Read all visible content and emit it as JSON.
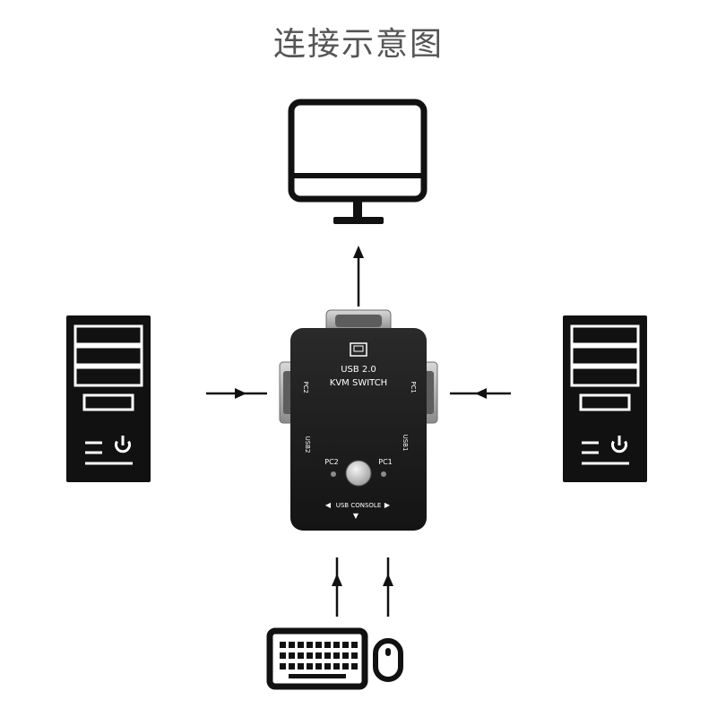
{
  "title": "连接示意图",
  "device": {
    "line1": "USB 2.0",
    "line2": "KVM SWITCH",
    "port_pc2": "PC2",
    "port_pc1": "PC1",
    "port_usb2": "USB2",
    "port_usb1": "USB1",
    "led_pc2": "PC2",
    "led_pc1": "PC1",
    "console": "USB CONSOLE",
    "arrow_left": "◀",
    "arrow_right": "▶",
    "arrow_down": "▼"
  },
  "colors": {
    "icon": "#111111",
    "device_body": "#1e1e1e",
    "device_text": "#ffffff",
    "title": "#555555"
  },
  "icons": [
    "monitor-icon",
    "pc-tower-icon",
    "keyboard-icon",
    "mouse-icon",
    "power-icon"
  ]
}
